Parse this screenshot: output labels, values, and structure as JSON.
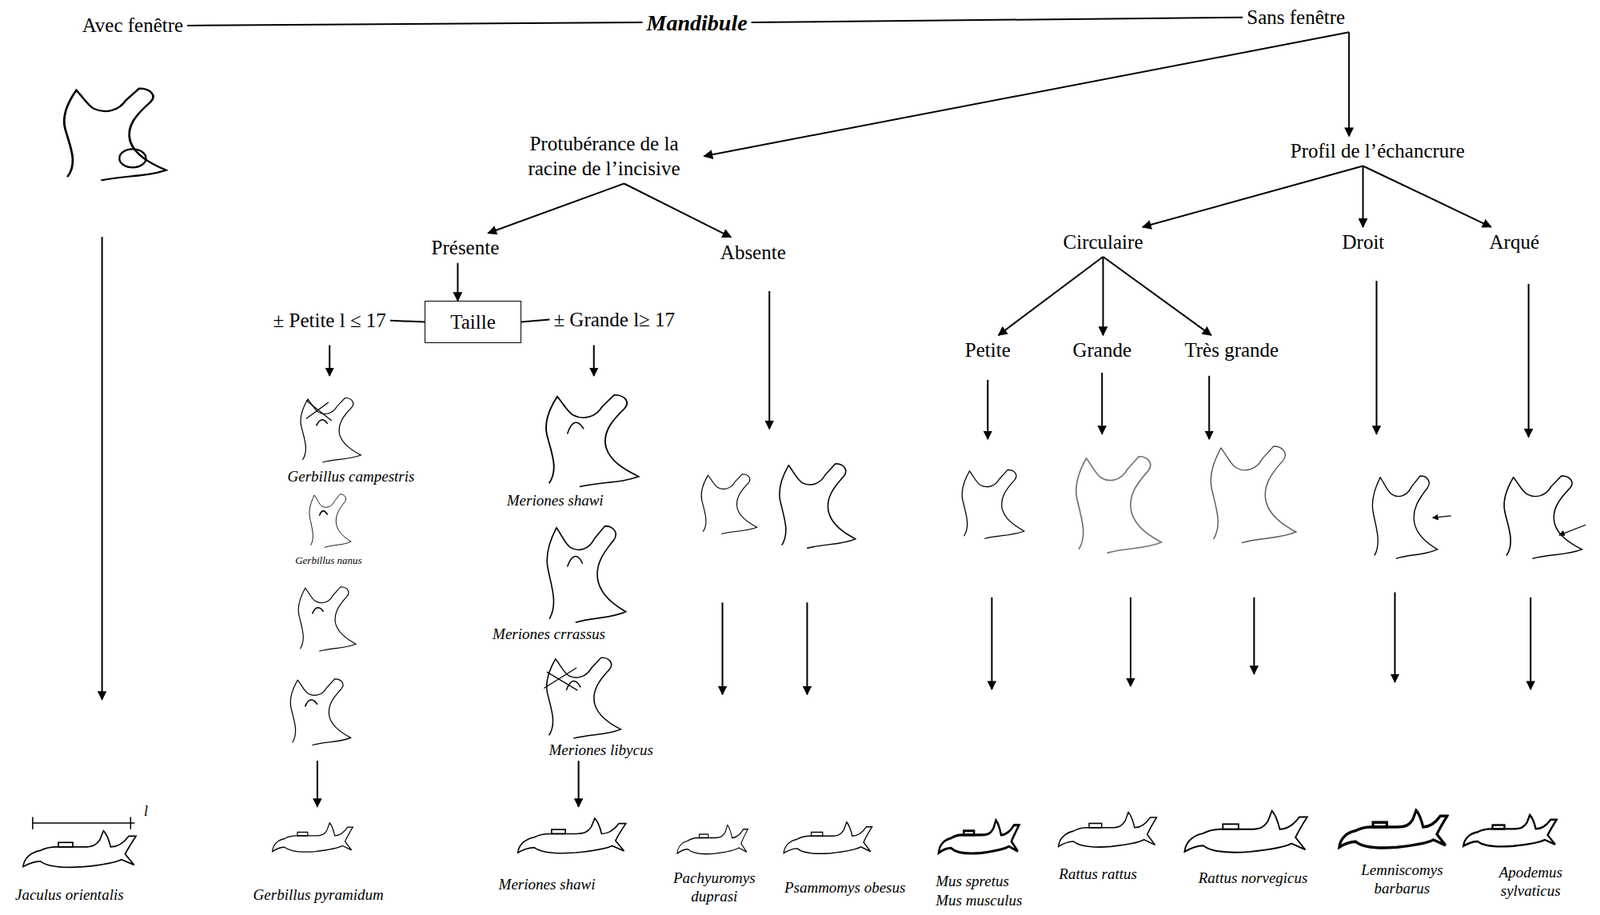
{
  "diagram": {
    "nodes": [
      {
        "text": [
          "Avec fenêtre"
        ]
      },
      {
        "text": [
          "Mandibule"
        ]
      },
      {
        "text": [
          "Sans fenêtre"
        ]
      },
      {
        "text": [
          "Protubérance de la racine de l’incisive"
        ]
      },
      {
        "text": [
          "Profil de l’échancrure"
        ]
      },
      {
        "text": [
          "Présente"
        ]
      },
      {
        "text": [
          "Absente"
        ]
      },
      {
        "text": [
          "Taille"
        ]
      },
      {
        "text": [
          "± Petite l ≤ 17"
        ]
      },
      {
        "text": [
          "± Grande l≥ 17"
        ]
      },
      {
        "text": [
          "Circulaire"
        ]
      },
      {
        "text": [
          "Droit"
        ]
      },
      {
        "text": [
          "Arqué"
        ]
      },
      {
        "text": [
          "Petite"
        ]
      },
      {
        "text": [
          "Grande"
        ]
      },
      {
        "text": [
          "Très grande"
        ]
      }
    ],
    "edges": [
      {
        "from": 1,
        "to": 0,
        "arrow": "none"
      },
      {
        "from": 1,
        "to": 2,
        "arrow": "none"
      },
      {
        "from": 2,
        "to": 3,
        "arrow": "to"
      },
      {
        "from": 2,
        "to": 4,
        "arrow": "to"
      },
      {
        "from": 3,
        "to": 5,
        "arrow": "to"
      },
      {
        "from": 3,
        "to": 6,
        "arrow": "to"
      },
      {
        "from": 5,
        "to": 7,
        "arrow": "to"
      },
      {
        "from": 7,
        "to": 8,
        "arrow": "none"
      },
      {
        "from": 7,
        "to": 9,
        "arrow": "none"
      },
      {
        "from": 4,
        "to": 10,
        "arrow": "to"
      },
      {
        "from": 4,
        "to": 11,
        "arrow": "to"
      },
      {
        "from": 4,
        "to": 12,
        "arrow": "to"
      },
      {
        "from": 10,
        "to": 13,
        "arrow": "to"
      },
      {
        "from": 10,
        "to": 14,
        "arrow": "to"
      },
      {
        "from": 10,
        "to": 15,
        "arrow": "to"
      }
    ],
    "labels": [
      "Gerbillus campestris",
      "Gerbillus nanus",
      "Meriones shawi",
      "Meriones crrassus",
      "Meriones libycus",
      "l",
      "Jaculus orientalis",
      "Gerbillus pyramidum",
      "Meriones shawi",
      "Pachyuromys duprasi",
      "Psammomys obesus",
      "Mus spretus",
      "Mus musculus",
      "Rattus rattus",
      "Rattus norvegicus",
      "Lemniscomys barbarus",
      "Apodemus sylvaticus"
    ]
  }
}
